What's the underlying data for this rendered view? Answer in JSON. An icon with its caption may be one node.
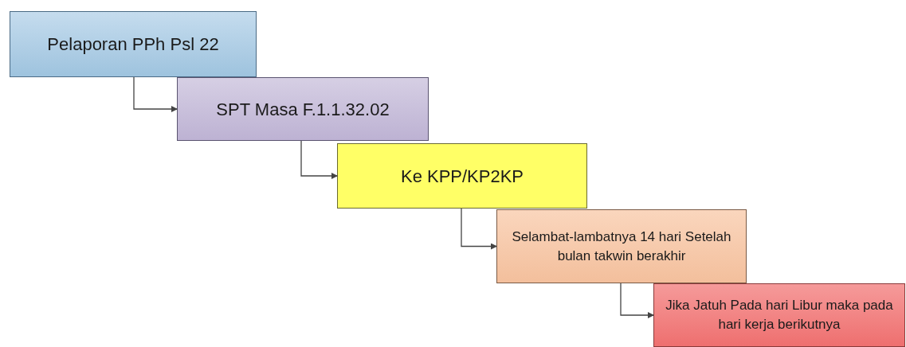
{
  "diagram": {
    "nodes": [
      {
        "text": [
          "Pelaporan PPh Psl 22"
        ]
      },
      {
        "text": [
          "SPT Masa F.1.1.32.02"
        ]
      },
      {
        "text": [
          "Ke KPP/KP2KP"
        ]
      },
      {
        "text": [
          "Selambat-lambatnya 14 hari Setelah bulan takwin berakhir"
        ]
      },
      {
        "text": [
          "Jika Jatuh Pada hari Libur maka pada hari kerja berikutnya"
        ]
      }
    ],
    "edges": [
      {
        "from": 0,
        "to": 1,
        "arrow": "to"
      },
      {
        "from": 1,
        "to": 2,
        "arrow": "to"
      },
      {
        "from": 2,
        "to": 3,
        "arrow": "to"
      },
      {
        "from": 3,
        "to": 4,
        "arrow": "to"
      }
    ]
  }
}
